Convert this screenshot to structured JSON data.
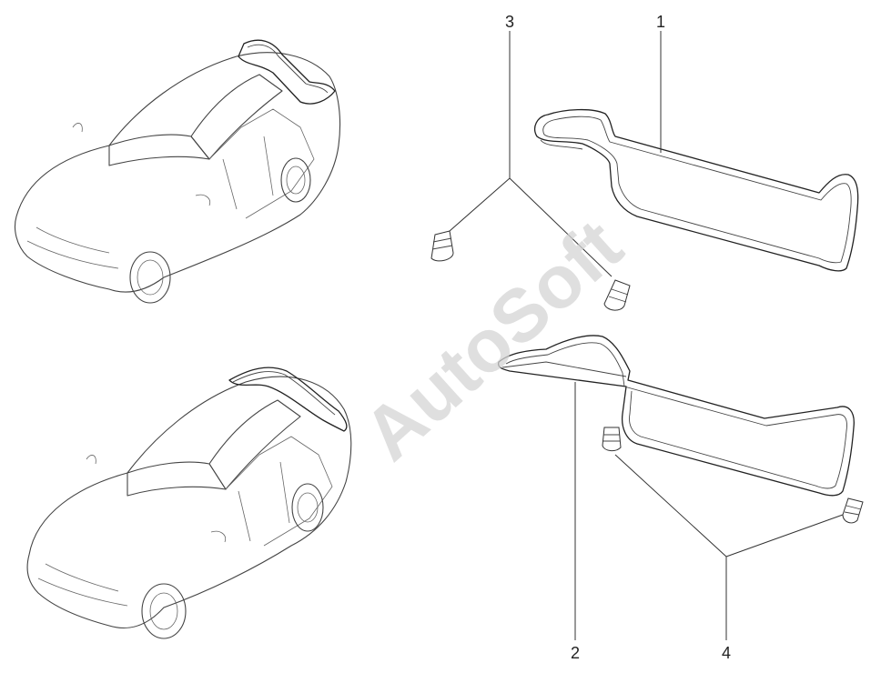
{
  "watermark": "AutoSoft",
  "callouts": {
    "c1": "1",
    "c2": "2",
    "c3": "3",
    "c4": "4"
  }
}
